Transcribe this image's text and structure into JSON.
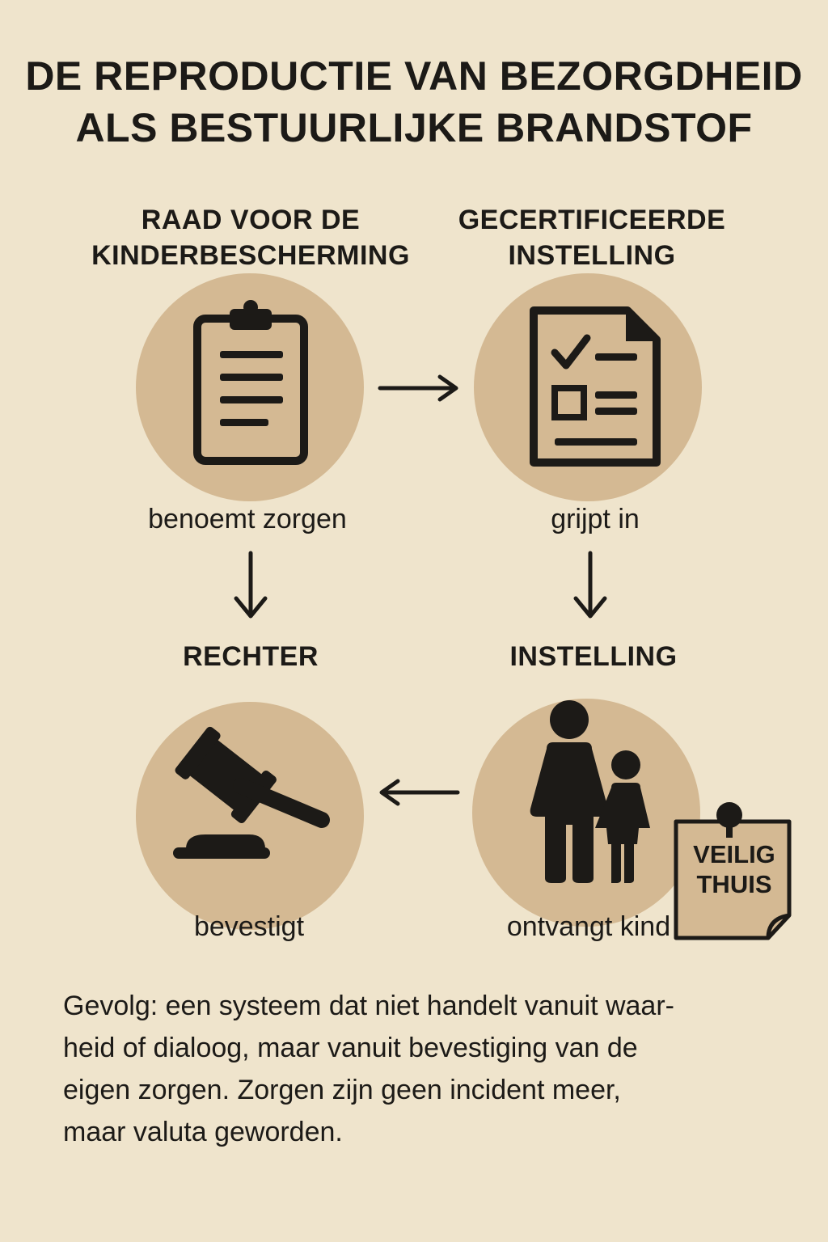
{
  "title": {
    "line1": "DE REPRODUCTIE VAN BEZORGDHEID",
    "line2": "ALS BESTUURLIJKE BRANDSTOF"
  },
  "nodes": {
    "raad": {
      "label_line1": "RAAD VOOR DE",
      "label_line2": "KINDERBESCHERMING",
      "icon": "clipboard-icon",
      "caption": "benoemt zorgen"
    },
    "gecertificeerde": {
      "label_line1": "GECERTIFICEERDE",
      "label_line2": "INSTELLING",
      "icon": "checklist-document-icon",
      "caption": "grijpt in"
    },
    "rechter": {
      "label": "RECHTER",
      "icon": "gavel-icon",
      "caption": "bevestigt"
    },
    "instelling": {
      "label": "INSTELLING",
      "icon": "adult-child-icon",
      "caption": "ontvangt kind"
    }
  },
  "note": {
    "line1": "VEILIG",
    "line2": "THUIS"
  },
  "consequence": {
    "line1": "Gevolg: een systeem dat niet handelt vanuit waar-",
    "line2": "heid of dialoog, maar vanuit bevestiging van de",
    "line3": "eigen zorgen. Zorgen zijn geen incident meer,",
    "line4": "maar valuta geworden."
  },
  "colors": {
    "background": "#efe4cc",
    "circle": "#d4b993",
    "ink": "#1c1a17"
  }
}
